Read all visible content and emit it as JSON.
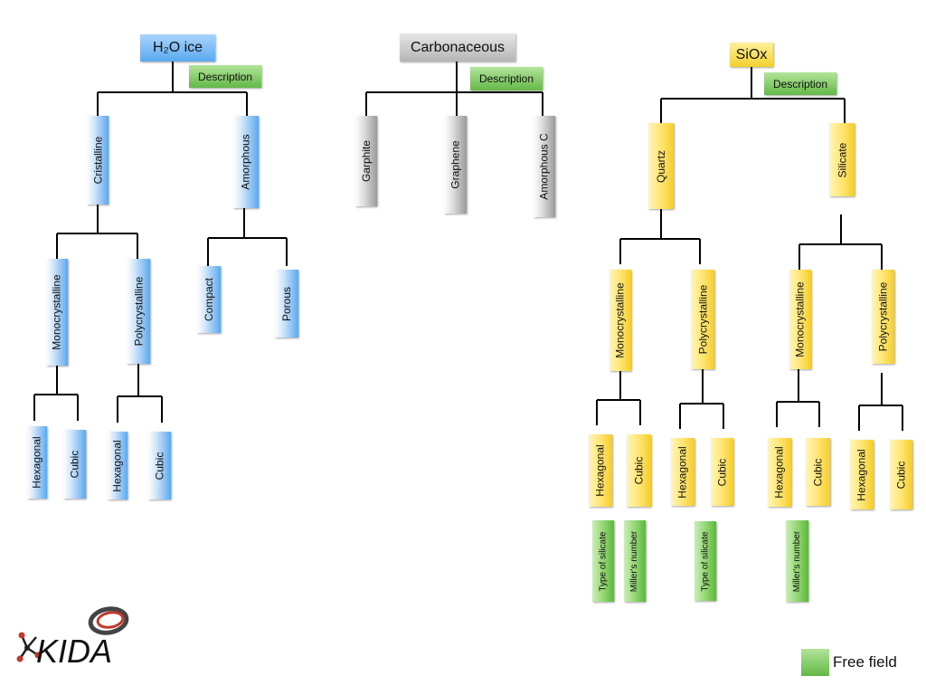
{
  "roots": {
    "h2o": {
      "label": "H₂O ice"
    },
    "carbon": {
      "label": "Carbonaceous"
    },
    "siox": {
      "label": "SiOx"
    }
  },
  "description_label": "Description",
  "h2o": {
    "cristalline": "Cristalline",
    "amorphous": "Amorphous",
    "monocrystalline": "Monocrystalline",
    "polycrystalline": "Polycrystalline",
    "compact": "Compact",
    "porous": "Porous",
    "hexagonal": "Hexagonal",
    "cubic": "Cubic"
  },
  "carbon": {
    "graphite": "Garphite",
    "graphene": "Graphene",
    "amorphous_c": "Amorphous C"
  },
  "siox": {
    "quartz": "Quartz",
    "silicate": "Silicate",
    "monocrystalline": "Monocrystalline",
    "polycrystalline": "Polycrystalline",
    "hexagonal": "Hexagonal",
    "cubic": "Cubic",
    "type_of_silicate": "Type of silicate",
    "millers_number": "Miller's number"
  },
  "legend": {
    "free_field": "Free field"
  },
  "logo": {
    "text": "KIDA"
  },
  "colors": {
    "h2o": "#5aa9f0",
    "carbon": "#a8a8a8",
    "siox": "#f3cd2a",
    "free_field": "#6cc04a"
  }
}
